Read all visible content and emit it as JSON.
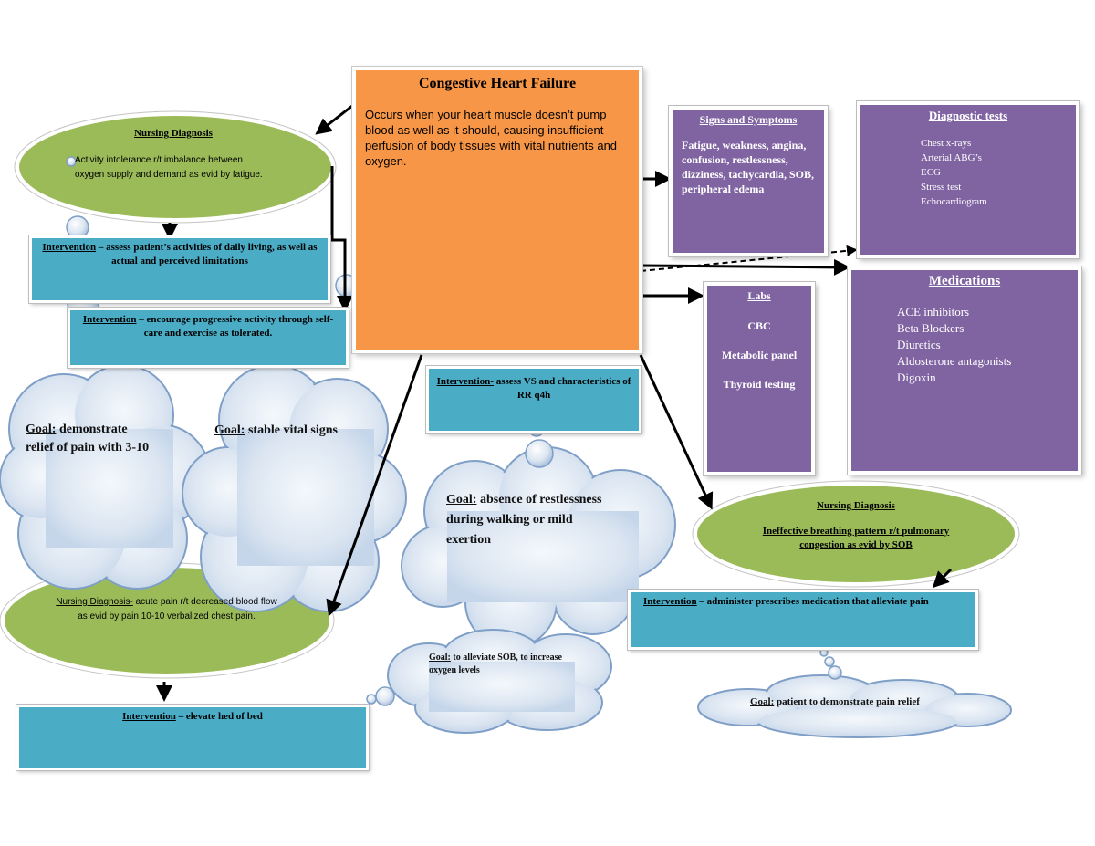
{
  "center": {
    "title": "Congestive Heart Failure",
    "description": "Occurs when your heart muscle doesn’t pump blood as well as it should, causing insufficient perfusion of body tissues with vital nutrients and oxygen."
  },
  "signs": {
    "title": "Signs and Symptoms",
    "text": "Fatigue, weakness, angina, confusion, restlessness, dizziness, tachycardia, SOB, peripheral edema"
  },
  "diagnostic_tests": {
    "title": "Diagnostic tests",
    "items": [
      "Chest x-rays",
      "Arterial ABG’s",
      "ECG",
      "Stress test",
      "Echocardiogram"
    ]
  },
  "medications": {
    "title": "Medications",
    "items": [
      "ACE inhibitors",
      "Beta Blockers",
      "Diuretics",
      "Aldosterone antagonists",
      "Digoxin"
    ]
  },
  "labs": {
    "title": "Labs",
    "items": [
      "CBC",
      "Metabolic panel",
      "Thyroid testing"
    ]
  },
  "nd1": {
    "title": "Nursing Diagnosis",
    "text": "Activity intolerance r/t imbalance between oxygen supply and demand as evid by fatigue."
  },
  "int1": {
    "label": "Intervention",
    "text": " – assess patient’s activities of daily living, as well as actual and perceived limitations"
  },
  "int2": {
    "label": "Intervention",
    "text": " – encourage progressive activity through self-care and exercise as tolerated."
  },
  "int3": {
    "label": "Intervention-",
    "text": " assess VS and characteristics of RR q4h"
  },
  "goal1": {
    "label": "Goal:",
    "text": " demonstrate relief of pain with 3-10"
  },
  "goal2": {
    "label": "Goal:",
    "text": " stable vital signs"
  },
  "goal3": {
    "label": "Goal:",
    "text": " absence of restlessness during walking or mild exertion"
  },
  "nd2": {
    "label": "Nursing Diagnosis-",
    "text": " acute pain r/t decreased blood flow as evid by pain 10-10 verbalized chest pain."
  },
  "int4": {
    "label": "Intervention",
    "text": " – elevate hed of bed"
  },
  "goal4": {
    "label": "Goal:",
    "text": " to alleviate SOB, to increase oxygen levels"
  },
  "nd3": {
    "title": "Nursing Diagnosis",
    "text": "Ineffective breathing pattern r/t pulmonary congestion as evid by SOB"
  },
  "int5": {
    "label": "Intervention",
    "text": " – administer prescribes medication that alleviate pain"
  },
  "goal5": {
    "label": "Goal:",
    "text": " patient to demonstrate pain relief"
  },
  "colors": {
    "orange": "#f79646",
    "purple": "#8064a2",
    "teal": "#4bacc6",
    "green": "#9bbb59",
    "cloud": "#dbe5f1"
  }
}
